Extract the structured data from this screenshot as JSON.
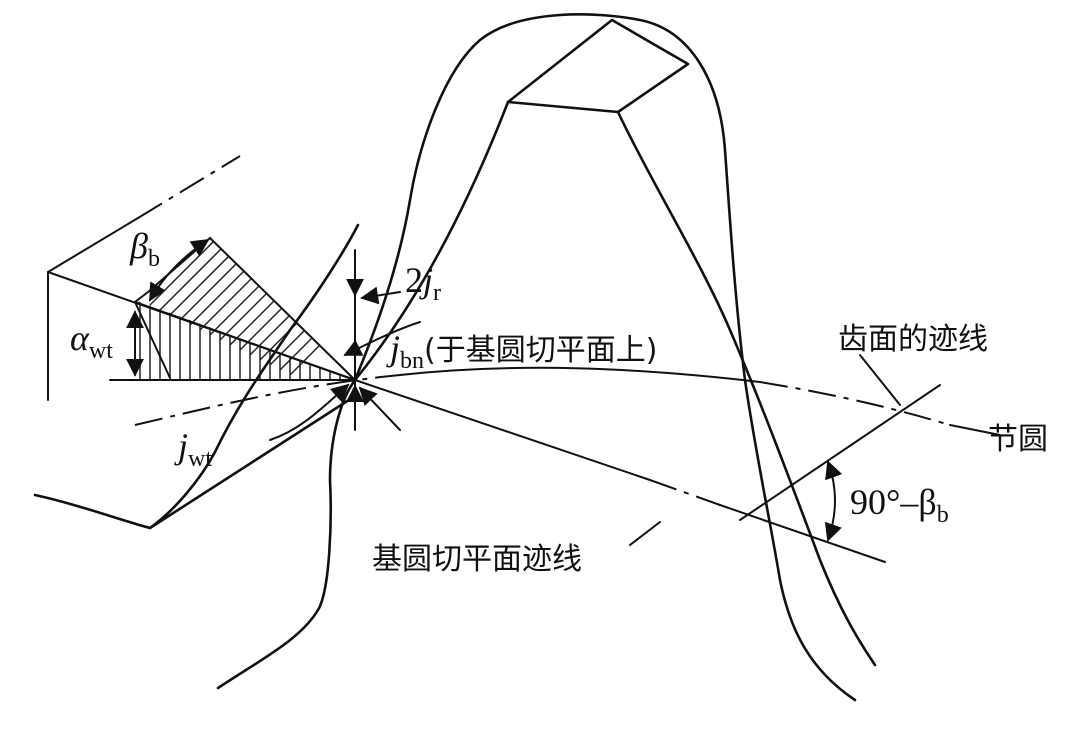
{
  "labels": {
    "beta_b": {
      "main": "β",
      "sub": "b"
    },
    "alpha_wt": {
      "main": "α",
      "sub": "wt"
    },
    "two_jr": {
      "coef": "2",
      "main": "j",
      "sub": "r"
    },
    "j_bn": {
      "main": "j",
      "sub": "bn",
      "note": "(于基圆切平面上)"
    },
    "j_wt": {
      "main": "j",
      "sub": "wt"
    },
    "tooth_trace": "齿面的迹线",
    "pitch_circle": "节圆",
    "angle_90_beta": {
      "main": "90°–β",
      "sub": "b"
    },
    "base_tangent_plane_trace": "基圆切平面迹线"
  },
  "colors": {
    "ink": "#111111",
    "background": "#ffffff"
  }
}
